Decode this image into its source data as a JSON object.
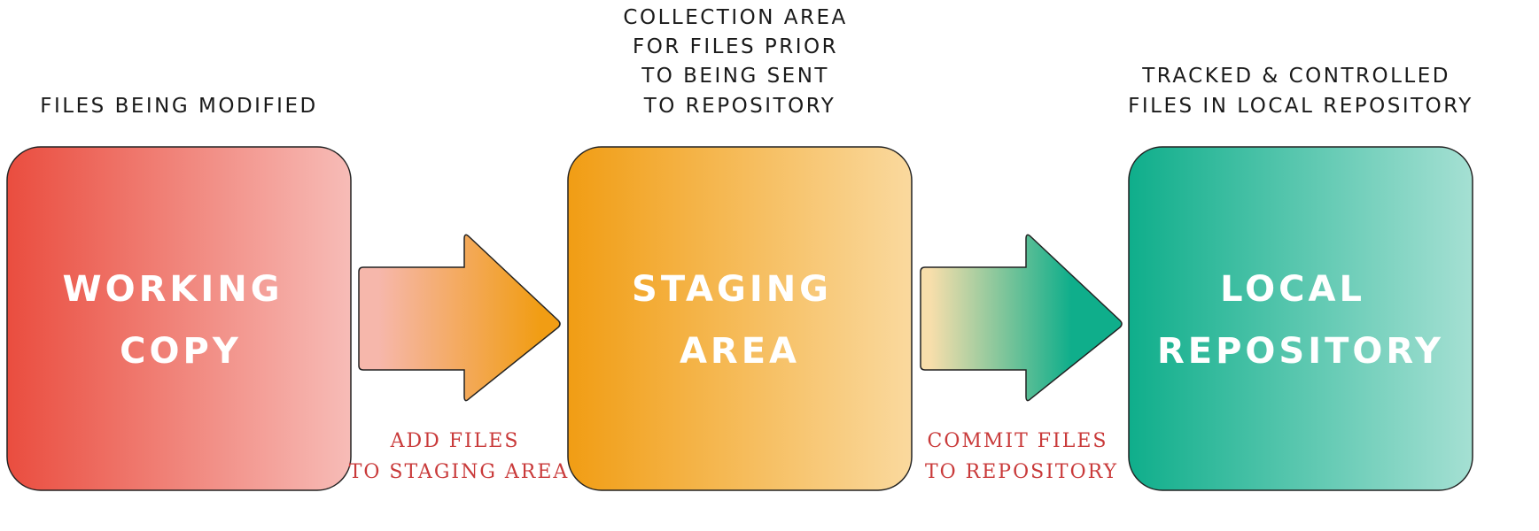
{
  "stages": [
    {
      "caption": [
        "FILES BEING MODIFIED"
      ],
      "title": [
        "WORKING",
        "COPY"
      ],
      "colors": {
        "start": "#ea4d3f",
        "end": "#f7bcb7"
      }
    },
    {
      "caption": [
        "COLLECTION AREA",
        "FOR FILES PRIOR",
        "TO BEING SENT",
        "TO REPOSITORY"
      ],
      "title": [
        "STAGING",
        "AREA"
      ],
      "colors": {
        "start": "#f19d14",
        "end": "#fad99e"
      }
    },
    {
      "caption": [
        "TRACKED & CONTROLLED",
        "FILES IN LOCAL REPOSITORY"
      ],
      "title": [
        "LOCAL",
        "REPOSITORY"
      ],
      "colors": {
        "start": "#0fae8b",
        "end": "#a5e0d3"
      }
    }
  ],
  "arrows": [
    {
      "label": [
        "ADD FILES",
        "TO STAGING AREA"
      ],
      "colors": {
        "start": "#f6b7ab",
        "end": "#f19d14"
      }
    },
    {
      "label": [
        "COMMIT FILES",
        "TO REPOSITORY"
      ],
      "colors": {
        "start": "#f7deab",
        "end": "#0fae8b"
      }
    }
  ],
  "colors": {
    "label": "#c93a3a",
    "caption": "#1a1a1a",
    "outline": "#222222"
  }
}
